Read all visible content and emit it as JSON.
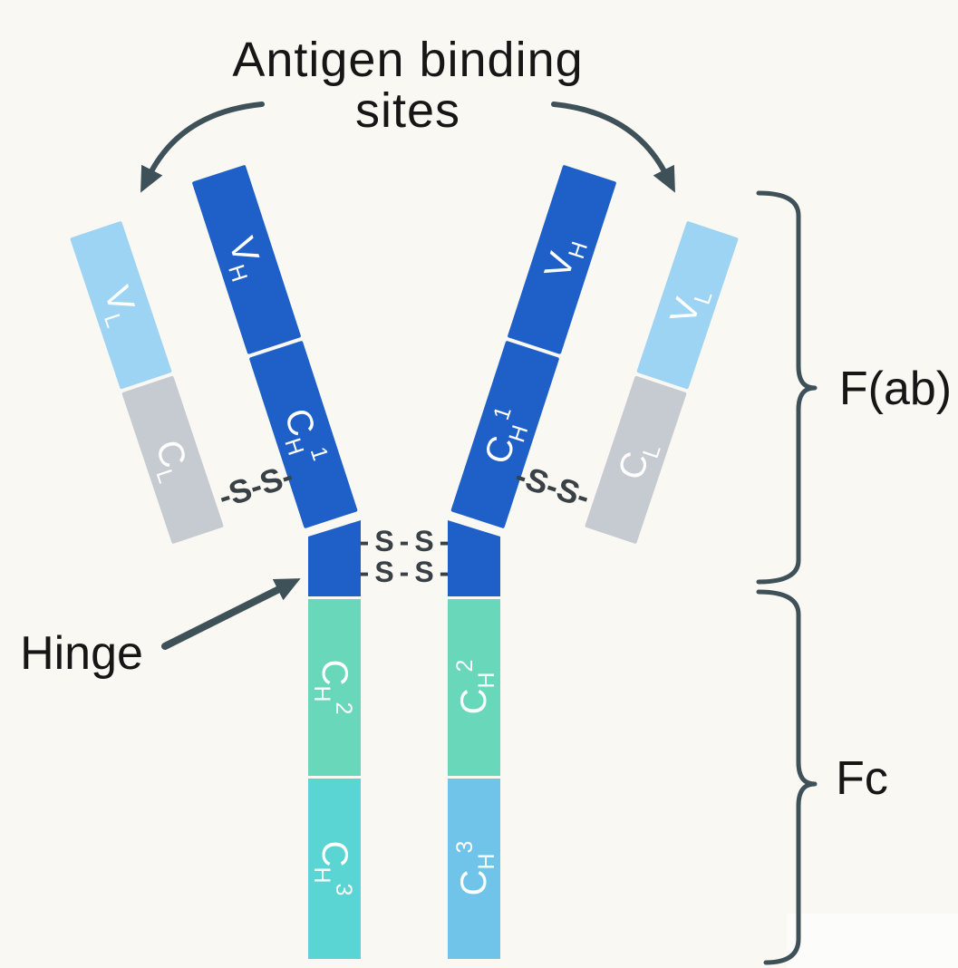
{
  "title": {
    "line1": "Antigen binding",
    "line2": "sites"
  },
  "labels": {
    "hinge": "Hinge",
    "fab_region": "F(ab)",
    "fc_region": "Fc"
  },
  "domains": {
    "vh": {
      "main": "V",
      "sub": "H"
    },
    "vl": {
      "main": "V",
      "sub": "L"
    },
    "ch1": {
      "main": "C",
      "sub": "H",
      "sup": "1"
    },
    "cl": {
      "main": "C",
      "sub": "L"
    },
    "ch2": {
      "main": "C",
      "sub": "H",
      "sup": "2"
    },
    "ch3": {
      "main": "C",
      "sub": "H",
      "sup": "3"
    }
  },
  "bonds": {
    "left": "-S-S-",
    "right": "-S-S-",
    "hinge_top": "-S-S-",
    "hinge_bottom": "-S-S-"
  },
  "colors": {
    "heavy_blue": "#1e60c8",
    "light_blue": "#9dd3f3",
    "light_gray": "#c6cbd1",
    "teal": "#68d7ba",
    "turquoise": "#5bd4d4",
    "sky": "#70c3e9",
    "annotation": "#3e5058",
    "background": "#faf8f3",
    "corner_patch": "#fcfcfb"
  }
}
